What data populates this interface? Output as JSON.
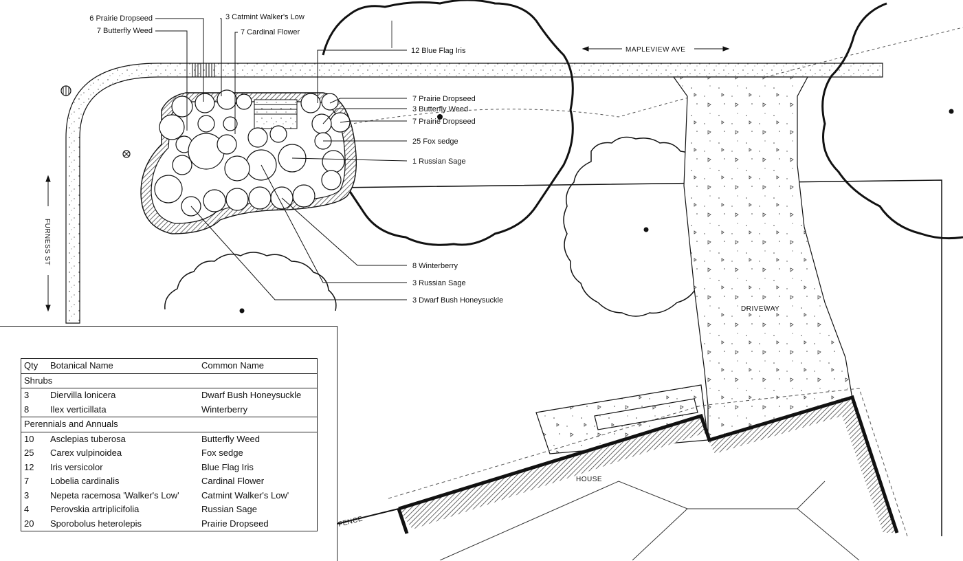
{
  "callouts_left": [
    {
      "text": "6 Prairie Dropseed"
    },
    {
      "text": "7 Butterfly Weed"
    }
  ],
  "callouts_top": [
    {
      "text": "3 Catmint Walker's Low"
    },
    {
      "text": "7 Cardinal Flower"
    }
  ],
  "callouts_right": [
    {
      "text": "12 Blue Flag Iris"
    },
    {
      "text": "7 Prairie Dropseed"
    },
    {
      "text": "3 Butterfly Weed"
    },
    {
      "text": "7 Prairie Dropseed"
    },
    {
      "text": "25 Fox sedge"
    },
    {
      "text": "1 Russian Sage"
    },
    {
      "text": "8 Winterberry"
    },
    {
      "text": "3 Russian Sage"
    },
    {
      "text": "3 Dwarf Bush Honeysuckle"
    }
  ],
  "site_labels": {
    "street_top": "MAPLEVIEW AVE",
    "street_left": "FURNESS ST",
    "driveway": "DRIVEWAY",
    "house": "HOUSE",
    "fence": "FENCE"
  },
  "schedule": {
    "headers": {
      "qty": "Qty",
      "botanical": "Botanical Name",
      "common": "Common Name"
    },
    "sections": [
      {
        "title": "Shrubs",
        "rows": [
          {
            "qty": "3",
            "botanical": "Diervilla lonicera",
            "common": "Dwarf Bush Honeysuckle"
          },
          {
            "qty": "8",
            "botanical": "Ilex verticillata",
            "common": "Winterberry"
          }
        ]
      },
      {
        "title": "Perennials and Annuals",
        "rows": [
          {
            "qty": "10",
            "botanical": "Asclepias tuberosa",
            "common": "Butterfly Weed"
          },
          {
            "qty": "25",
            "botanical": "Carex vulpinoidea",
            "common": "Fox sedge"
          },
          {
            "qty": "12",
            "botanical": "Iris versicolor",
            "common": "Blue Flag Iris"
          },
          {
            "qty": "7",
            "botanical": "Lobelia cardinalis",
            "common": "Cardinal Flower"
          },
          {
            "qty": "3",
            "botanical": "Nepeta racemosa 'Walker's Low'",
            "common": "Catmint Walker's Low'"
          },
          {
            "qty": "4",
            "botanical": "Perovskia artriplicifolia",
            "common": "Russian Sage"
          },
          {
            "qty": "20",
            "botanical": "Sporobolus heterolepis",
            "common": "Prairie Dropseed"
          }
        ]
      }
    ]
  }
}
